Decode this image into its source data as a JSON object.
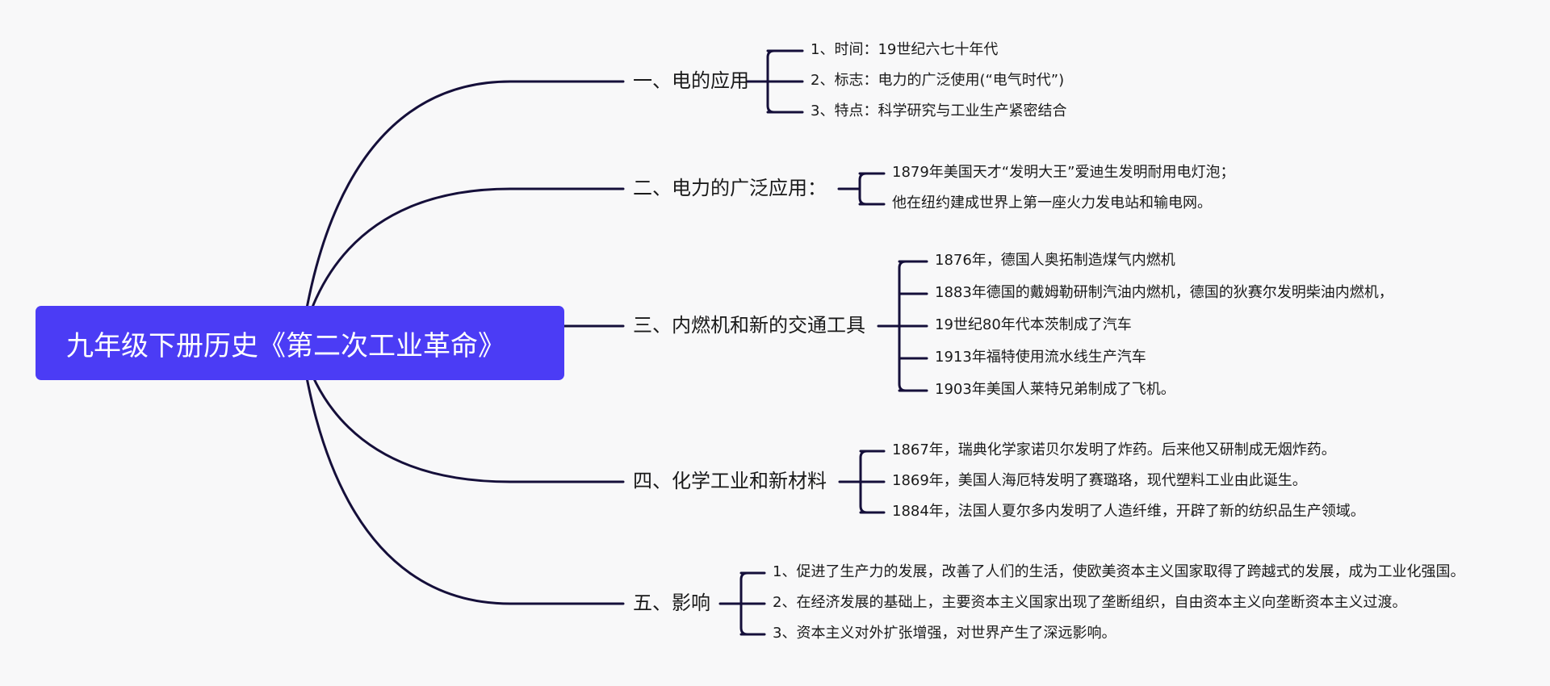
{
  "title": "九年级下册历史《第二次工业革命》",
  "line_color": "#150f3a",
  "root_color": "#4b3cf5",
  "branches": [
    {
      "label": "一、电的应用",
      "items": [
        "1、时间：19世纪六七十年代",
        "2、标志：电力的广泛使用(“电气时代”)",
        "3、特点：科学研究与工业生产紧密结合"
      ]
    },
    {
      "label": "二、电力的广泛应用：",
      "items": [
        "1879年美国天才“发明大王”爱迪生发明耐用电灯泡；",
        "他在纽约建成世界上第一座火力发电站和输电网。"
      ]
    },
    {
      "label": "三、内燃机和新的交通工具",
      "items": [
        "1876年，德国人奥拓制造煤气内燃机",
        "1883年德国的戴姆勒研制汽油内燃机，德国的狄赛尔发明柴油内燃机，",
        "19世纪80年代本茨制成了汽车",
        "1913年福特使用流水线生产汽车",
        "1903年美国人莱特兄弟制成了飞机。"
      ]
    },
    {
      "label": "四、化学工业和新材料",
      "items": [
        "1867年，瑞典化学家诺贝尔发明了炸药。后来他又研制成无烟炸药。",
        "1869年，美国人海厄特发明了赛璐珞，现代塑料工业由此诞生。",
        "1884年，法国人夏尔多内发明了人造纤维，开辟了新的纺织品生产领域。"
      ]
    },
    {
      "label": "五、影响",
      "items": [
        "1、促进了生产力的发展，改善了人们的生活，使欧美资本主义国家取得了跨越式的发展，成为工业化强国。",
        "2、在经济发展的基础上，主要资本主义国家出现了垄断组织，自由资本主义向垄断资本主义过渡。",
        "3、资本主义对外扩张增强，对世界产生了深远影响。"
      ]
    }
  ]
}
